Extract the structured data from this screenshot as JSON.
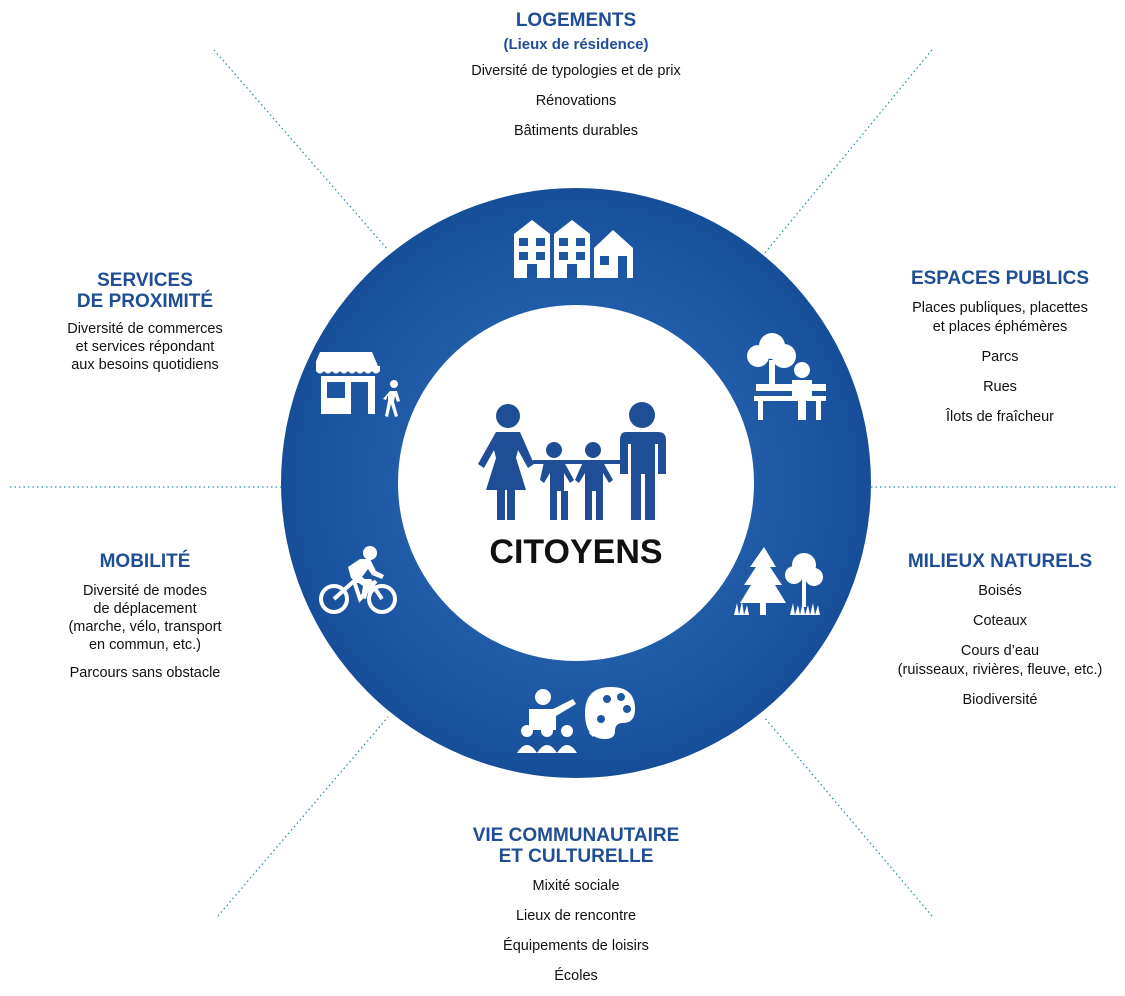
{
  "center": {
    "label": "CITOYENS"
  },
  "colors": {
    "ring_dark": "#0b3d85",
    "ring_light": "#2f6cb8",
    "title_blue": "#1f4e96",
    "dotted_line": "#2e8fa8"
  },
  "sections": {
    "logements": {
      "title": "LOGEMENTS",
      "subtitle": "(Lieux de résidence)",
      "items": [
        "Diversité de typologies et de prix",
        "Rénovations",
        "Bâtiments durables"
      ],
      "icon": "houses-icon"
    },
    "services": {
      "title_lines": [
        "SERVICES",
        "DE PROXIMITÉ"
      ],
      "items_lines": [
        "Diversité de commerces",
        "et services répondant",
        "aux besoins quotidiens"
      ],
      "icon": "storefront-icon"
    },
    "espaces": {
      "title": "ESPACES PUBLICS",
      "items": [
        "Places publiques, placettes",
        "et places éphémères",
        "Parcs",
        "Rues",
        "Îlots de fraîcheur"
      ],
      "icon": "park-bench-icon"
    },
    "mobilite": {
      "title": "MOBILITÉ",
      "items": [
        "Diversité de modes",
        "de déplacement",
        "(marche, vélo, transport",
        "en commun, etc.)",
        "Parcours sans obstacle"
      ],
      "icon": "cyclist-icon"
    },
    "milieux": {
      "title": "MILIEUX NATURELS",
      "items": [
        "Boisés",
        "Coteaux",
        "Cours d’eau",
        "(ruisseaux, rivières, fleuve, etc.)",
        "Biodiversité"
      ],
      "icon": "trees-icon"
    },
    "vie": {
      "title_lines": [
        "VIE COMMUNAUTAIRE",
        "ET CULTURELLE"
      ],
      "items": [
        "Mixité sociale",
        "Lieux de rencontre",
        "Équipements de loisirs",
        "Écoles"
      ],
      "icon": "community-arts-icon"
    }
  }
}
